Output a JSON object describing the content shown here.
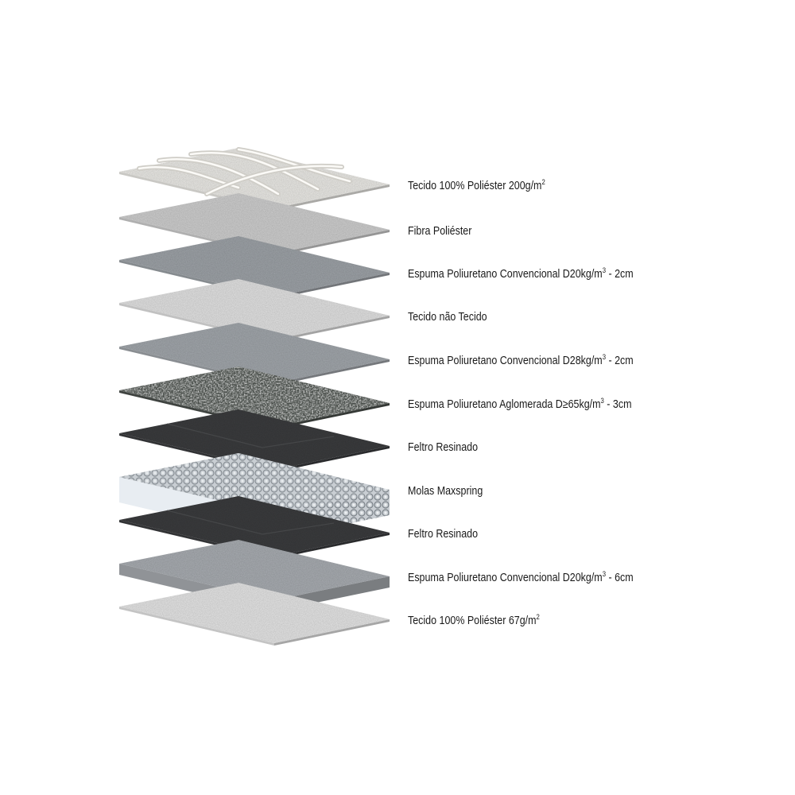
{
  "diagram": {
    "layers": [
      {
        "label": "Tecido 100% Poliéster 200g/m²",
        "kind": "quilted",
        "color": "#ecebe7"
      },
      {
        "label": "Fibra Poliéster",
        "kind": "flat",
        "color": "#cfcfcf"
      },
      {
        "label": "Espuma Poliuretano Convencional D20kg/m³ - 2cm",
        "kind": "flat",
        "color": "#9ea3a8"
      },
      {
        "label": "Tecido não Tecido",
        "kind": "flat",
        "color": "#e3e3e3"
      },
      {
        "label": "Espuma Poliuretano Convencional D28kg/m³ - 2cm",
        "kind": "flat",
        "color": "#a2a7ac"
      },
      {
        "label": "Espuma Poliuretano Aglomerada D≥65kg/m³ - 3cm",
        "kind": "speckled",
        "color": "#4a4f4b"
      },
      {
        "label": "Feltro Resinado",
        "kind": "felt",
        "color": "#3b3c3e"
      },
      {
        "label": "Molas Maxspring",
        "kind": "springs",
        "color": "#cfd4d8"
      },
      {
        "label": "Feltro Resinado",
        "kind": "felt",
        "color": "#3b3c3e"
      },
      {
        "label": "Espuma Poliuretano Convencional D20kg/m³ - 6cm",
        "kind": "slab",
        "color": "#a9adb2"
      },
      {
        "label": "Tecido 100% Poliéster 67g/m²",
        "kind": "flat",
        "color": "#e6e6e6"
      }
    ]
  }
}
